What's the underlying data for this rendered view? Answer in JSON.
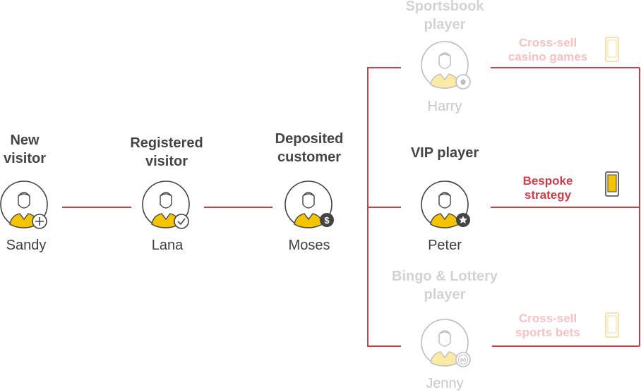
{
  "colors": {
    "connector": "#c8404c",
    "body": "#f5c400",
    "outline": "#444444",
    "faded_text": "#d3d3d3"
  },
  "stages": [
    {
      "id": "new-visitor",
      "title": "New\nvisitor",
      "name": "Sandy",
      "badge": "plus-icon",
      "faded": false
    },
    {
      "id": "registered-visitor",
      "title": "Registered\nvisitor",
      "name": "Lana",
      "badge": "check-icon",
      "faded": false
    },
    {
      "id": "deposited-customer",
      "title": "Deposited\ncustomer",
      "name": "Moses",
      "badge": "dollar-icon",
      "faded": false
    },
    {
      "id": "sportsbook-player",
      "title": "Sportsbook\nplayer",
      "name": "Harry",
      "badge": "soccer-ball-icon",
      "faded": true
    },
    {
      "id": "vip-player",
      "title": "VIP player",
      "name": "Peter",
      "badge": "star-icon",
      "faded": false
    },
    {
      "id": "bingo-lottery-player",
      "title": "Bingo & Lottery\nplayer",
      "name": "Jenny",
      "badge": "bingo-ball-icon",
      "faded": true
    }
  ],
  "actions": [
    {
      "id": "cross-sell-casino",
      "label": "Cross-sell\ncasino games",
      "faded": true,
      "icon": "smartphone-icon"
    },
    {
      "id": "bespoke-strategy",
      "label": "Bespoke\nstrategy",
      "faded": false,
      "icon": "smartphone-icon"
    },
    {
      "id": "cross-sell-sports",
      "label": "Cross-sell\nsports bets",
      "faded": true,
      "icon": "smartphone-icon"
    }
  ],
  "bingo_badge_text": "90"
}
